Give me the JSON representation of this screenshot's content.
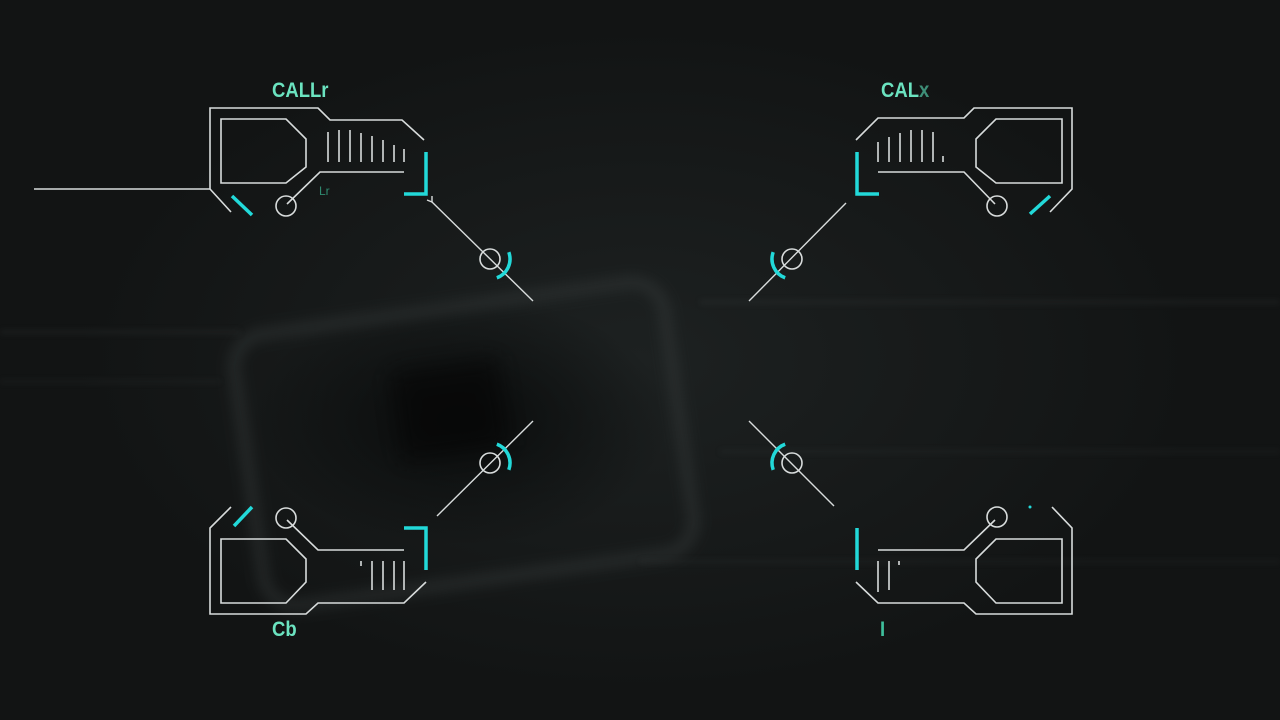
{
  "scene": "HUD calibration overlay on circuit board background",
  "colors": {
    "accent": "#22d9d9",
    "label": "#6be3c0",
    "line": "#d8dcdc",
    "background": "#151818"
  },
  "panels": {
    "top_left": {
      "label": "CALLr",
      "sub_label": "Lr"
    },
    "top_right": {
      "label_main": "CAL",
      "label_fade": "x"
    },
    "bottom_left": {
      "label": "Cb"
    },
    "bottom_right": {
      "label": "I"
    }
  },
  "reticles": [
    {
      "position": "top-left"
    },
    {
      "position": "top-right"
    },
    {
      "position": "bottom-left"
    },
    {
      "position": "bottom-right"
    }
  ]
}
